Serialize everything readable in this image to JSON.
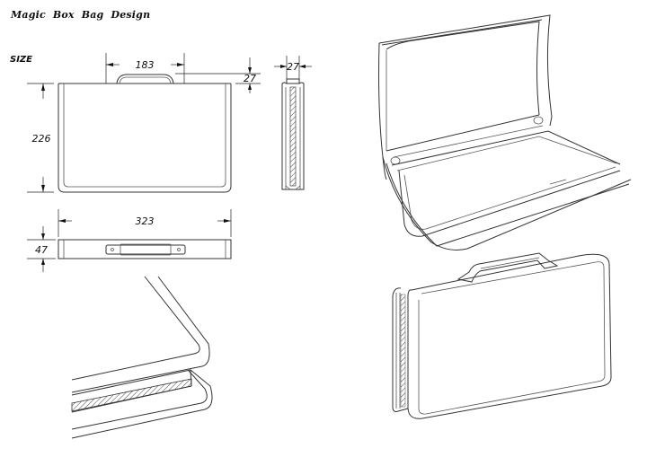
{
  "title": "Magic Box  Bag Design",
  "size_label": "SIZE",
  "dimensions": {
    "handle_width": "183",
    "handle_height": "27",
    "depth": "27",
    "height": "226",
    "width": "323",
    "bottom_thickness": "47"
  },
  "views": [
    {
      "name": "front-view"
    },
    {
      "name": "side-view"
    },
    {
      "name": "top-view"
    },
    {
      "name": "corner-detail-view"
    },
    {
      "name": "open-perspective-view"
    },
    {
      "name": "closed-perspective-view"
    }
  ]
}
